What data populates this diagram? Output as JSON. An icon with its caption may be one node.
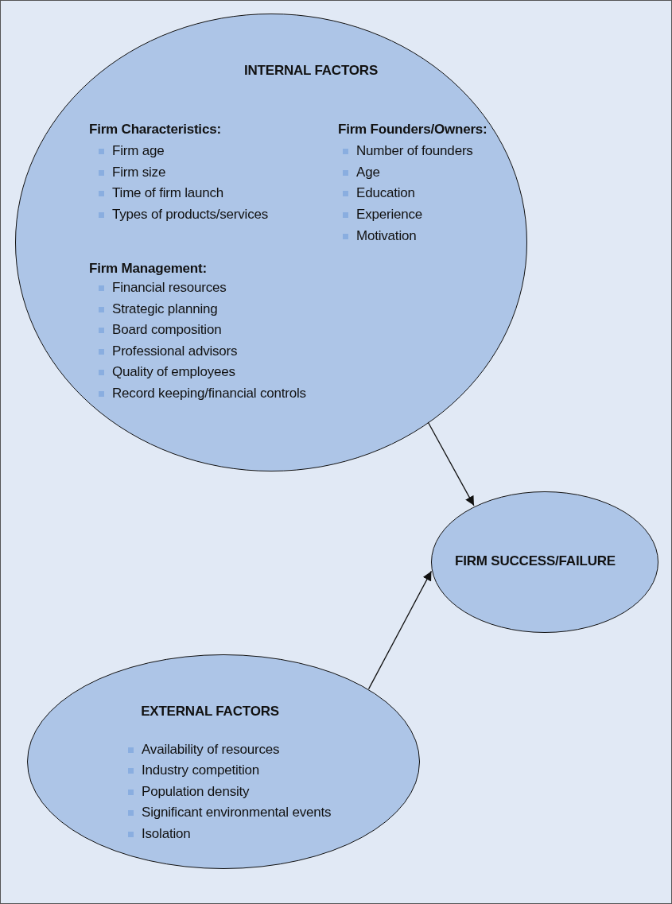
{
  "diagram": {
    "nodes": [
      {
        "text": [
          "INTERNAL FACTORS",
          "Firm Characteristics:",
          "Firm age",
          "Firm size",
          "Time of firm launch",
          "Types of products/services",
          "Firm Founders/Owners:",
          "Number of founders",
          "Age",
          "Education",
          "Experience",
          "Motivation",
          "Firm Management:",
          "Financial resources",
          "Strategic planning",
          "Board composition",
          "Professional advisors",
          "Quality of employees",
          "Record keeping/financial controls"
        ]
      },
      {
        "text": [
          "FIRM SUCCESS/FAILURE"
        ]
      },
      {
        "text": [
          "EXTERNAL FACTORS",
          "Availability of resources",
          "Industry competition",
          "Population density",
          "Significant environmental events",
          "Isolation"
        ]
      }
    ],
    "edges": [
      {
        "from": 0,
        "to": 1,
        "arrow": "to"
      },
      {
        "from": 2,
        "to": 1,
        "arrow": "to"
      }
    ]
  }
}
